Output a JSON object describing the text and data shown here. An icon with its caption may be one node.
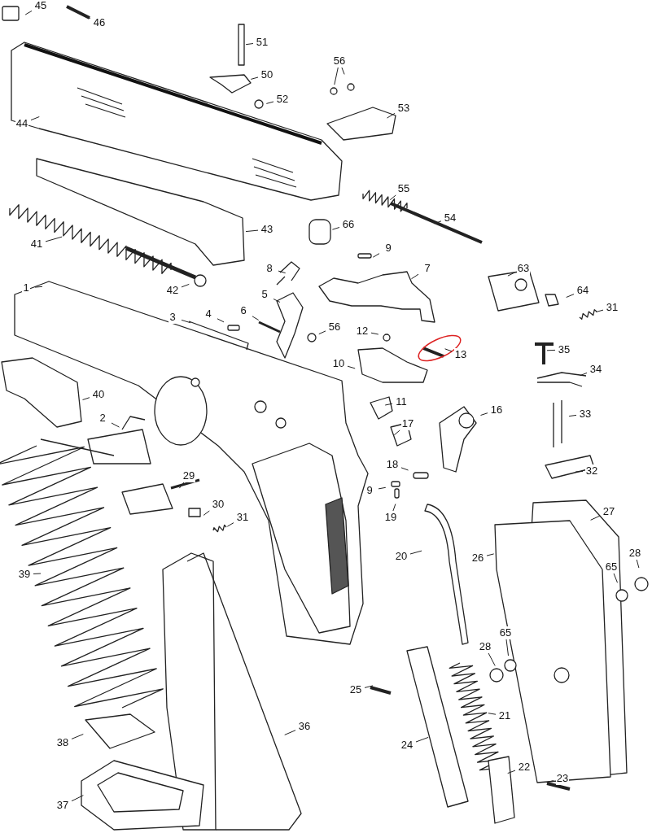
{
  "diagram": {
    "nodes": [
      {
        "text": [
          "45"
        ]
      },
      {
        "text": [
          "46"
        ]
      },
      {
        "text": [
          "51"
        ]
      },
      {
        "text": [
          "56"
        ]
      },
      {
        "text": [
          "50"
        ]
      },
      {
        "text": [
          "52"
        ]
      },
      {
        "text": [
          "53"
        ]
      },
      {
        "text": [
          "44"
        ]
      },
      {
        "text": [
          "55"
        ]
      },
      {
        "text": [
          "54"
        ]
      },
      {
        "text": [
          "66"
        ]
      },
      {
        "text": [
          "43"
        ]
      },
      {
        "text": [
          "41"
        ]
      },
      {
        "text": [
          "9"
        ]
      },
      {
        "text": [
          "8"
        ]
      },
      {
        "text": [
          "7"
        ]
      },
      {
        "text": [
          "63"
        ]
      },
      {
        "text": [
          "42"
        ]
      },
      {
        "text": [
          "1"
        ]
      },
      {
        "text": [
          "5"
        ]
      },
      {
        "text": [
          "64"
        ]
      },
      {
        "text": [
          "31"
        ]
      },
      {
        "text": [
          "6"
        ]
      },
      {
        "text": [
          "4"
        ]
      },
      {
        "text": [
          "3"
        ]
      },
      {
        "text": [
          "56"
        ]
      },
      {
        "text": [
          "12"
        ]
      },
      {
        "text": [
          "35"
        ]
      },
      {
        "text": [
          "13"
        ]
      },
      {
        "text": [
          "10"
        ]
      },
      {
        "text": [
          "34"
        ]
      },
      {
        "text": [
          "40"
        ]
      },
      {
        "text": [
          "11"
        ]
      },
      {
        "text": [
          "16"
        ]
      },
      {
        "text": [
          "33"
        ]
      },
      {
        "text": [
          "2"
        ]
      },
      {
        "text": [
          "17"
        ]
      },
      {
        "text": [
          "18"
        ]
      },
      {
        "text": [
          "32"
        ]
      },
      {
        "text": [
          "29"
        ]
      },
      {
        "text": [
          "9"
        ]
      },
      {
        "text": [
          "30"
        ]
      },
      {
        "text": [
          "27"
        ]
      },
      {
        "text": [
          "19"
        ]
      },
      {
        "text": [
          "31"
        ]
      },
      {
        "text": [
          "28"
        ]
      },
      {
        "text": [
          "20"
        ]
      },
      {
        "text": [
          "26"
        ]
      },
      {
        "text": [
          "65"
        ]
      },
      {
        "text": [
          "39"
        ]
      },
      {
        "text": [
          "65"
        ]
      },
      {
        "text": [
          "28"
        ]
      },
      {
        "text": [
          "25"
        ]
      },
      {
        "text": [
          "21"
        ]
      },
      {
        "text": [
          "36"
        ]
      },
      {
        "text": [
          "24"
        ]
      },
      {
        "text": [
          "38"
        ]
      },
      {
        "text": [
          "22"
        ]
      },
      {
        "text": [
          "23"
        ]
      },
      {
        "text": [
          "37"
        ]
      }
    ],
    "edges": [
      {
        "from": 0,
        "to": null,
        "arrow": "none"
      },
      {
        "from": 1,
        "to": null,
        "arrow": "none"
      },
      {
        "from": 2,
        "to": null,
        "arrow": "none"
      },
      {
        "from": 3,
        "to": null,
        "arrow": "none"
      },
      {
        "from": 3,
        "to": null,
        "arrow": "none"
      },
      {
        "from": 4,
        "to": null,
        "arrow": "none"
      },
      {
        "from": 5,
        "to": null,
        "arrow": "none"
      },
      {
        "from": 6,
        "to": null,
        "arrow": "none"
      },
      {
        "from": 7,
        "to": null,
        "arrow": "none"
      },
      {
        "from": 8,
        "to": null,
        "arrow": "none"
      },
      {
        "from": 9,
        "to": null,
        "arrow": "none"
      },
      {
        "from": 10,
        "to": null,
        "arrow": "none"
      },
      {
        "from": 11,
        "to": null,
        "arrow": "none"
      },
      {
        "from": 12,
        "to": null,
        "arrow": "none"
      },
      {
        "from": 13,
        "to": null,
        "arrow": "none"
      },
      {
        "from": 14,
        "to": null,
        "arrow": "none"
      },
      {
        "from": 15,
        "to": null,
        "arrow": "none"
      },
      {
        "from": 16,
        "to": null,
        "arrow": "none"
      },
      {
        "from": 17,
        "to": null,
        "arrow": "none"
      },
      {
        "from": 18,
        "to": null,
        "arrow": "none"
      },
      {
        "from": 19,
        "to": null,
        "arrow": "none"
      },
      {
        "from": 20,
        "to": null,
        "arrow": "none"
      },
      {
        "from": 21,
        "to": null,
        "arrow": "none"
      },
      {
        "from": 22,
        "to": null,
        "arrow": "none"
      },
      {
        "from": 23,
        "to": null,
        "arrow": "none"
      },
      {
        "from": 24,
        "to": null,
        "arrow": "none"
      },
      {
        "from": 25,
        "to": null,
        "arrow": "none"
      },
      {
        "from": 26,
        "to": null,
        "arrow": "none"
      },
      {
        "from": 27,
        "to": null,
        "arrow": "none"
      },
      {
        "from": 28,
        "to": null,
        "arrow": "none"
      },
      {
        "from": 29,
        "to": null,
        "arrow": "none"
      },
      {
        "from": 30,
        "to": null,
        "arrow": "none"
      },
      {
        "from": 31,
        "to": null,
        "arrow": "none"
      },
      {
        "from": 32,
        "to": null,
        "arrow": "none"
      },
      {
        "from": 33,
        "to": null,
        "arrow": "none"
      },
      {
        "from": 34,
        "to": null,
        "arrow": "none"
      },
      {
        "from": 35,
        "to": null,
        "arrow": "none"
      },
      {
        "from": 36,
        "to": null,
        "arrow": "none"
      },
      {
        "from": 37,
        "to": null,
        "arrow": "none"
      },
      {
        "from": 38,
        "to": null,
        "arrow": "none"
      },
      {
        "from": 39,
        "to": null,
        "arrow": "none"
      },
      {
        "from": 40,
        "to": null,
        "arrow": "none"
      },
      {
        "from": 41,
        "to": null,
        "arrow": "none"
      },
      {
        "from": 42,
        "to": null,
        "arrow": "none"
      },
      {
        "from": 43,
        "to": null,
        "arrow": "none"
      },
      {
        "from": 44,
        "to": null,
        "arrow": "none"
      },
      {
        "from": 45,
        "to": null,
        "arrow": "none"
      },
      {
        "from": 46,
        "to": null,
        "arrow": "none"
      },
      {
        "from": 47,
        "to": null,
        "arrow": "none"
      },
      {
        "from": 48,
        "to": null,
        "arrow": "none"
      },
      {
        "from": 49,
        "to": null,
        "arrow": "none"
      },
      {
        "from": 50,
        "to": null,
        "arrow": "none"
      },
      {
        "from": 51,
        "to": null,
        "arrow": "none"
      },
      {
        "from": 52,
        "to": null,
        "arrow": "none"
      },
      {
        "from": 53,
        "to": null,
        "arrow": "none"
      },
      {
        "from": 54,
        "to": null,
        "arrow": "none"
      },
      {
        "from": 55,
        "to": null,
        "arrow": "none"
      },
      {
        "from": 56,
        "to": null,
        "arrow": "none"
      },
      {
        "from": 57,
        "to": null,
        "arrow": "none"
      },
      {
        "from": 58,
        "to": null,
        "arrow": "none"
      },
      {
        "from": 59,
        "to": null,
        "arrow": "none"
      }
    ]
  }
}
